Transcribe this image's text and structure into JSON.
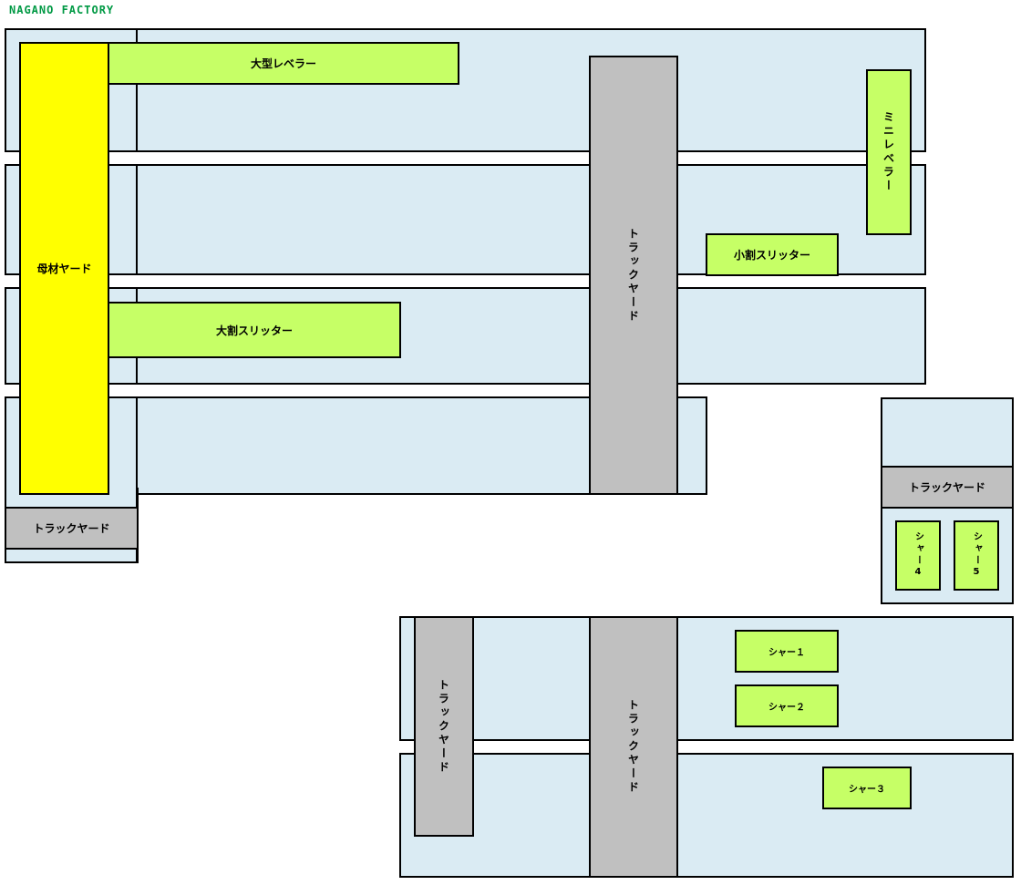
{
  "title": "NAGANO FACTORY",
  "colors": {
    "building": "#daebf3",
    "machine": "#c6ff66",
    "track_yard": "#c0c0c0",
    "material_yard": "#ffff00",
    "title": "#009944"
  },
  "areas": {
    "material_yard": "母材ヤード",
    "large_leveler": "大型レベラー",
    "mini_leveler": "ミニレベラー",
    "small_slitter": "小割スリッター",
    "large_slitter": "大割スリッター",
    "track_yard_main": "トラックヤード",
    "track_yard_left": "トラックヤード",
    "track_yard_right": "トラックヤード",
    "track_yard_bottom_left": "トラックヤード",
    "track_yard_bottom_mid": "トラックヤード",
    "shear_1": "シャー１",
    "shear_2": "シャー２",
    "shear_3": "シャー３",
    "shear_4": "シャー4",
    "shear_5": "シャー5"
  }
}
